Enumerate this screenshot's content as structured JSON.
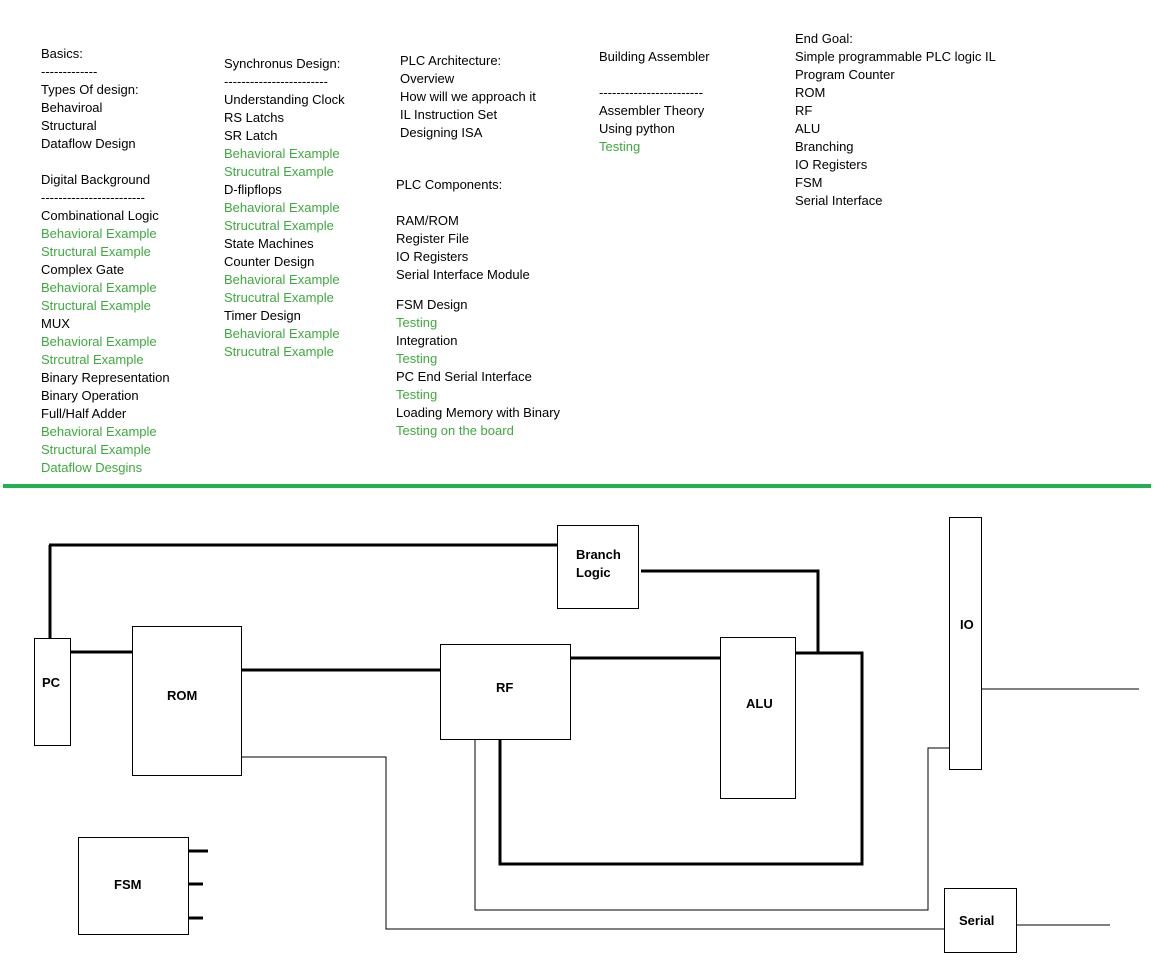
{
  "colors": {
    "text": "#000000",
    "highlight": "#3daa3d",
    "divider": "#22b14c"
  },
  "outline": {
    "basics": [
      {
        "text": "Basics:"
      },
      {
        "text": "-------------"
      },
      {
        "text": "Types Of design:"
      },
      {
        "text": "Behaviroal"
      },
      {
        "text": "Structural"
      },
      {
        "text": "Dataflow Design"
      },
      {
        "gap": true
      },
      {
        "text": "Digital Background"
      },
      {
        "text": "------------------------"
      },
      {
        "text": "Combinational Logic"
      },
      {
        "text": "Behavioral Example",
        "green": true
      },
      {
        "text": "Structural Example",
        "green": true
      },
      {
        "text": "Complex Gate"
      },
      {
        "text": "Behavioral Example",
        "green": true
      },
      {
        "text": "Structural Example",
        "green": true
      },
      {
        "text": "MUX"
      },
      {
        "text": "Behavioral Example",
        "green": true
      },
      {
        "text": "Strcutral Example",
        "green": true
      },
      {
        "text": "Binary Representation"
      },
      {
        "text": "Binary Operation"
      },
      {
        "text": "Full/Half Adder"
      },
      {
        "text": "Behavioral Example",
        "green": true
      },
      {
        "text": "Structural Example",
        "green": true
      },
      {
        "text": "Dataflow Desgins",
        "green": true
      }
    ],
    "synchronous": [
      {
        "text": "Synchronus Design:"
      },
      {
        "text": "------------------------"
      },
      {
        "text": "Understanding Clock"
      },
      {
        "text": "RS Latchs"
      },
      {
        "text": "SR Latch"
      },
      {
        "text": "Behavioral Example",
        "green": true
      },
      {
        "text": "Strucutral Example",
        "green": true
      },
      {
        "text": "D-flipflops"
      },
      {
        "text": "Behavioral Example",
        "green": true
      },
      {
        "text": "Strucutral Example",
        "green": true
      },
      {
        "text": "State Machines"
      },
      {
        "text": "Counter Design"
      },
      {
        "text": "Behavioral Example",
        "green": true
      },
      {
        "text": "Strucutral Example",
        "green": true
      },
      {
        "text": "Timer Design"
      },
      {
        "text": "Behavioral Example",
        "green": true
      },
      {
        "text": "Strucutral Example",
        "green": true
      }
    ],
    "architecture": [
      {
        "text": "PLC Architecture:"
      },
      {
        "text": "Overview"
      },
      {
        "text": "How will we approach it"
      },
      {
        "text": "IL Instruction Set"
      },
      {
        "text": "Designing ISA"
      }
    ],
    "components": [
      {
        "text": "PLC Components:"
      },
      {
        "gap": true
      },
      {
        "text": "RAM/ROM"
      },
      {
        "text": "Register File"
      },
      {
        "text": "IO Registers"
      },
      {
        "text": "Serial Interface Module"
      },
      {
        "gap": "small"
      },
      {
        "text": "FSM Design"
      },
      {
        "text": "Testing",
        "green": true
      },
      {
        "text": "Integration"
      },
      {
        "text": "Testing",
        "green": true
      },
      {
        "text": "PC End Serial Interface"
      },
      {
        "text": "Testing",
        "green": true
      },
      {
        "text": "Loading Memory with Binary"
      },
      {
        "text": "Testing on the board",
        "green": true
      }
    ],
    "assembler": [
      {
        "text": "Building Assembler"
      },
      {
        "gap": true
      },
      {
        "text": "------------------------"
      },
      {
        "text": "Assembler Theory"
      },
      {
        "text": "Using python"
      },
      {
        "text": "Testing",
        "green": true
      }
    ],
    "end_goal": [
      {
        "text": "End Goal:"
      },
      {
        "text": "Simple programmable PLC logic IL"
      },
      {
        "text": "Program Counter"
      },
      {
        "text": "ROM"
      },
      {
        "text": "RF"
      },
      {
        "text": "ALU"
      },
      {
        "text": "Branching"
      },
      {
        "text": "IO Registers"
      },
      {
        "text": "FSM"
      },
      {
        "text": "Serial Interface"
      }
    ]
  },
  "diagram": {
    "blocks": {
      "branch": {
        "line1": "Branch",
        "line2": "Logic"
      },
      "pc": "PC",
      "rom": "ROM",
      "rf": "RF",
      "alu": "ALU",
      "io": "IO",
      "fsm": "FSM",
      "serial": "Serial"
    }
  }
}
